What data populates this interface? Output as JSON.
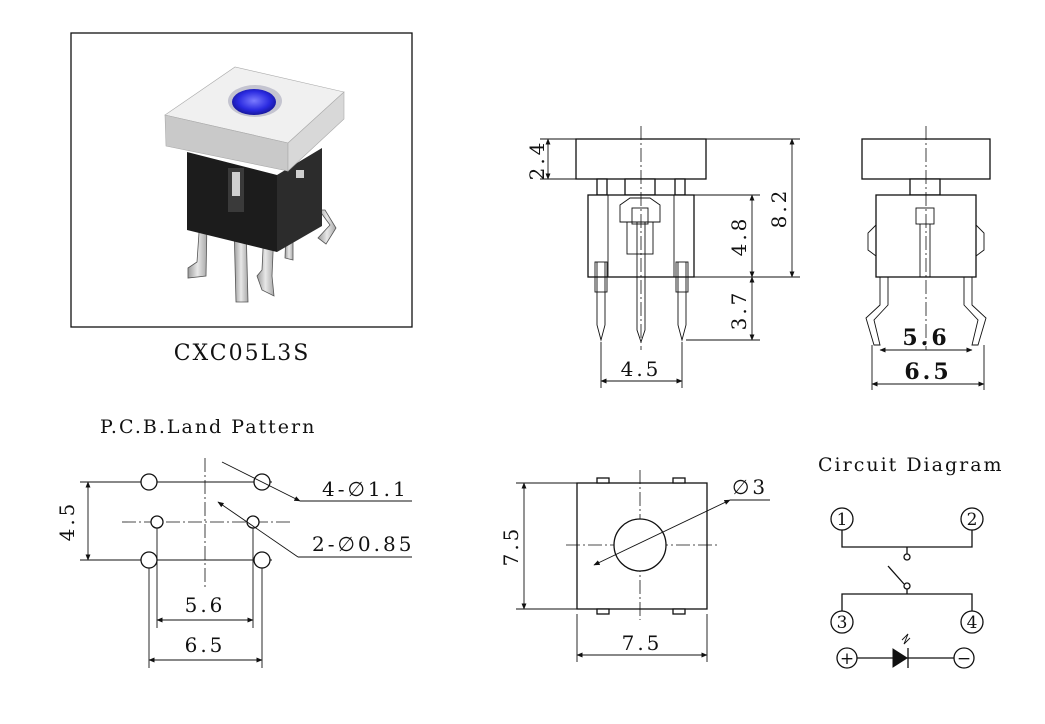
{
  "photo": {
    "caption": "CXC05L3S",
    "colors": {
      "cap": "#dcdcdc",
      "lens": "#2a2ae0",
      "body": "#1c1c1c",
      "pins": "#c8c8c8"
    }
  },
  "front_view": {
    "dims": {
      "cap_height": "2.4",
      "body_height": "4.8",
      "total_height": "8.2",
      "pin_length": "3.7",
      "pin_spacing": "4.5"
    }
  },
  "side_view": {
    "dims": {
      "pin_inner": "5.6",
      "pin_outer": "6.5"
    }
  },
  "pcb": {
    "title": "P.C.B.Land Pattern",
    "dims": {
      "height": "4.5",
      "inner": "5.6",
      "outer": "6.5"
    },
    "holes": {
      "large": "4-∅1.1",
      "small": "2-∅0.85"
    }
  },
  "top_view": {
    "dims": {
      "height": "7.5",
      "width": "7.5",
      "lens_dia": "∅3"
    }
  },
  "circuit": {
    "title": "Circuit Diagram",
    "pins": [
      "1",
      "2",
      "3",
      "4"
    ],
    "plus": "+",
    "minus": "−"
  }
}
